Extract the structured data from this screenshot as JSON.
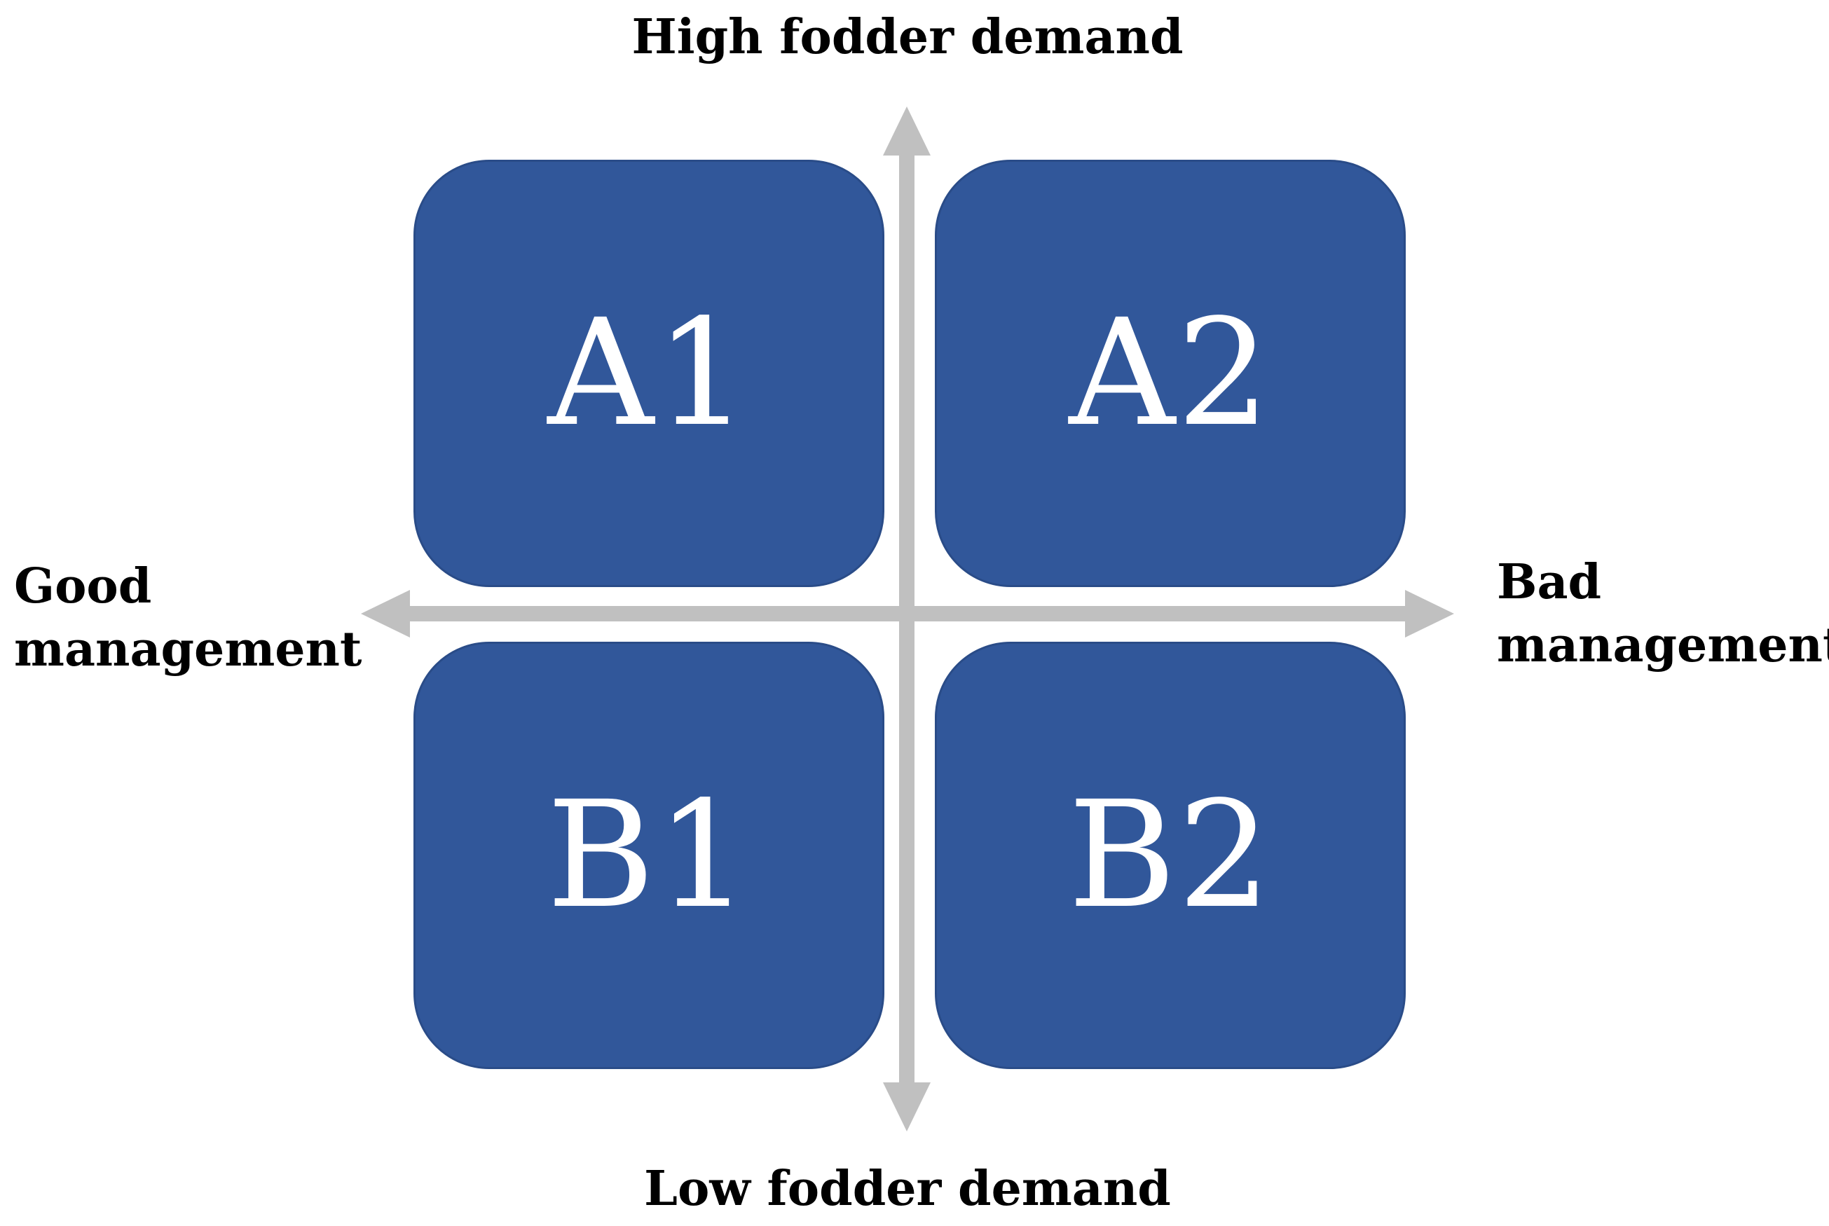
{
  "diagram": {
    "quadrants": {
      "a1": "A1",
      "a2": "A2",
      "b1": "B1",
      "b2": "B2"
    },
    "axes": {
      "top": "High fodder demand",
      "bottom": "Low fodder demand",
      "left_line1": "Good",
      "left_line2": "management",
      "right_line1": "Bad",
      "right_line2": "management"
    },
    "colors": {
      "quadrant_fill": "#31579a",
      "quadrant_text": "#ffffff",
      "axis_arrow": "#c0c0c0",
      "label_text": "#000000"
    }
  }
}
